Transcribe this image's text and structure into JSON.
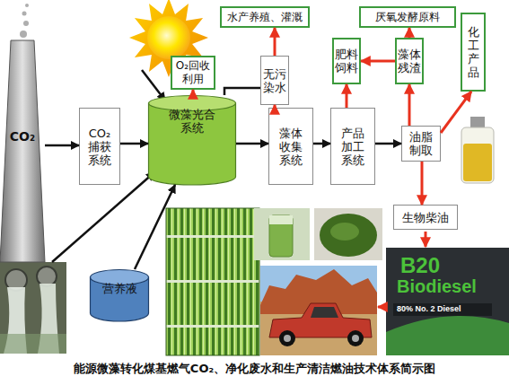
{
  "diagram": {
    "caption": "能源微藻转化煤基燃气CO₂、净化废水和生产清洁燃油技术体系简示图",
    "nodes": [
      {
        "text": [
          "CO₂"
        ]
      },
      {
        "text": [
          "CO₂捕获系统"
        ]
      },
      {
        "text": [
          "O₂回收利用"
        ]
      },
      {
        "text": [
          "微藻光合系统"
        ]
      },
      {
        "text": [
          "无污染水"
        ]
      },
      {
        "text": [
          "水产养殖、灌溉"
        ]
      },
      {
        "text": [
          "藻体收集系统"
        ]
      },
      {
        "text": [
          "肥料饲料"
        ]
      },
      {
        "text": [
          "产品加工系统"
        ]
      },
      {
        "text": [
          "厌氧发酵原料"
        ]
      },
      {
        "text": [
          "藻体残渣"
        ]
      },
      {
        "text": [
          "化工产品"
        ]
      },
      {
        "text": [
          "油脂制取"
        ]
      },
      {
        "text": [
          "生物柴油"
        ]
      },
      {
        "text": [
          "营养液"
        ]
      }
    ],
    "edges": [
      {
        "from": 0,
        "to": 1,
        "arrow": "to"
      },
      {
        "from": 1,
        "to": 3,
        "arrow": "to"
      },
      {
        "from": 3,
        "to": 2,
        "arrow": "to"
      },
      {
        "from": 3,
        "to": 6,
        "arrow": "to"
      },
      {
        "from": 4,
        "to": 3,
        "arrow": "none"
      },
      {
        "from": 6,
        "to": 4,
        "arrow": "to"
      },
      {
        "from": 4,
        "to": 5,
        "arrow": "to"
      },
      {
        "from": 6,
        "to": 8,
        "arrow": "to"
      },
      {
        "from": 8,
        "to": 7,
        "arrow": "to"
      },
      {
        "from": 8,
        "to": 12,
        "arrow": "to"
      },
      {
        "from": 12,
        "to": 10,
        "arrow": "to"
      },
      {
        "from": 10,
        "to": 7,
        "arrow": "to"
      },
      {
        "from": 10,
        "to": 9,
        "arrow": "to"
      },
      {
        "from": 12,
        "to": 11,
        "arrow": "to"
      },
      {
        "from": 12,
        "to": 13,
        "arrow": "to"
      },
      {
        "from": 14,
        "to": 3,
        "arrow": "to"
      }
    ],
    "labels": [
      "B20",
      "Biodiesel",
      "80% No. 2 Diesel"
    ]
  }
}
